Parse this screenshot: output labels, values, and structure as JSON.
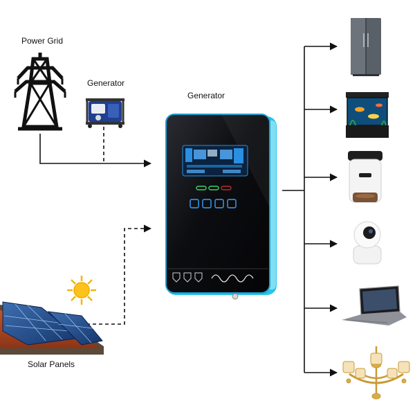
{
  "labels": {
    "power_grid": "Power Grid",
    "small_generator": "Generator",
    "inverter": "Generator",
    "solar_panels": "Solar Panels"
  },
  "icons": {
    "sources": [
      "power-tower-icon",
      "portable-generator-icon",
      "sun-icon",
      "solar-panel-icon"
    ],
    "loads": [
      "refrigerator-icon",
      "aquarium-icon",
      "pet-feeder-icon",
      "security-camera-icon",
      "laptop-icon",
      "chandelier-icon"
    ]
  },
  "colors": {
    "device_body": "#0c0d10",
    "device_frame": "#27c3ea",
    "display_glow": "#2a8fe0",
    "line": "#111111"
  }
}
